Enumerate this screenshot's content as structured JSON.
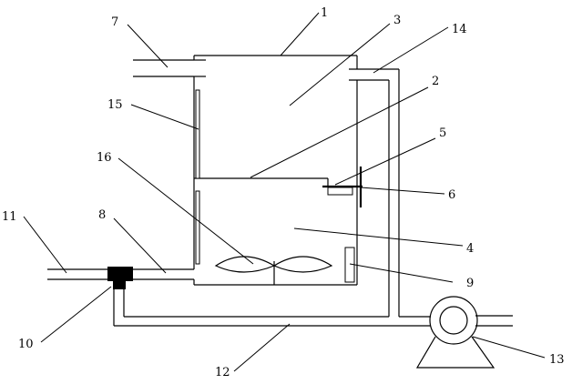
{
  "diagram": {
    "labels": {
      "l1": "1",
      "l2": "2",
      "l3": "3",
      "l4": "4",
      "l5": "5",
      "l6": "6",
      "l7": "7",
      "l8": "8",
      "l9": "9",
      "l10": "10",
      "l11": "11",
      "l12": "12",
      "l13": "13",
      "l14": "14",
      "l15": "15",
      "l16": "16"
    },
    "colors": {
      "line": "#000000",
      "background": "#ffffff",
      "valve": "#000000"
    }
  }
}
